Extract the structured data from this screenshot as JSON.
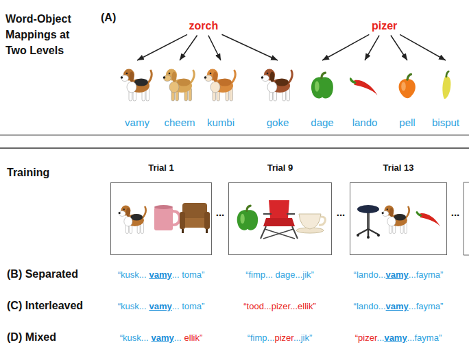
{
  "diagram": {
    "title": "Word-Object Mappings at Two Levels",
    "nodes": [
      {
        "text": [
          "zorch"
        ]
      },
      {
        "text": [
          "pizer"
        ]
      },
      {
        "text": [
          "vamy"
        ]
      },
      {
        "text": [
          "cheem"
        ]
      },
      {
        "text": [
          "kumbi"
        ]
      },
      {
        "text": [
          "goke"
        ]
      },
      {
        "text": [
          "dage"
        ]
      },
      {
        "text": [
          "lando"
        ]
      },
      {
        "text": [
          "pell"
        ]
      },
      {
        "text": [
          "bisput"
        ]
      },
      {
        "text": [
          "Trial 1"
        ]
      },
      {
        "text": [
          "Trial 9"
        ]
      },
      {
        "text": [
          "Trial 13"
        ]
      }
    ],
    "edges": [
      {
        "from": 0,
        "to": 2,
        "arrow": "to"
      },
      {
        "from": 0,
        "to": 3,
        "arrow": "to"
      },
      {
        "from": 0,
        "to": 4,
        "arrow": "to"
      },
      {
        "from": 0,
        "to": 5,
        "arrow": "to"
      },
      {
        "from": 1,
        "to": 6,
        "arrow": "to"
      },
      {
        "from": 1,
        "to": 7,
        "arrow": "to"
      },
      {
        "from": 1,
        "to": 8,
        "arrow": "to"
      },
      {
        "from": 1,
        "to": 9,
        "arrow": "to"
      }
    ],
    "labels": [
      "(A)",
      "Training",
      "...",
      "...",
      "...",
      "(B) Separated",
      "(C) Interleaved",
      "(D) Mixed",
      "“kusk...",
      "vamy",
      "... toma”",
      "“fimp... dage...jik”",
      "“lando...",
      "vamy",
      "...fayma”",
      "“kusk...",
      "vamy",
      "... toma”",
      "“tood...pizer...ellik”",
      "“lando...",
      "vamy",
      "...fayma”",
      "“kusk...",
      "vamy",
      "...",
      "ellik”",
      "“fimp...",
      "pizer",
      "...jik”",
      "“pizer",
      "...",
      "vamy",
      "...fayma”"
    ]
  }
}
